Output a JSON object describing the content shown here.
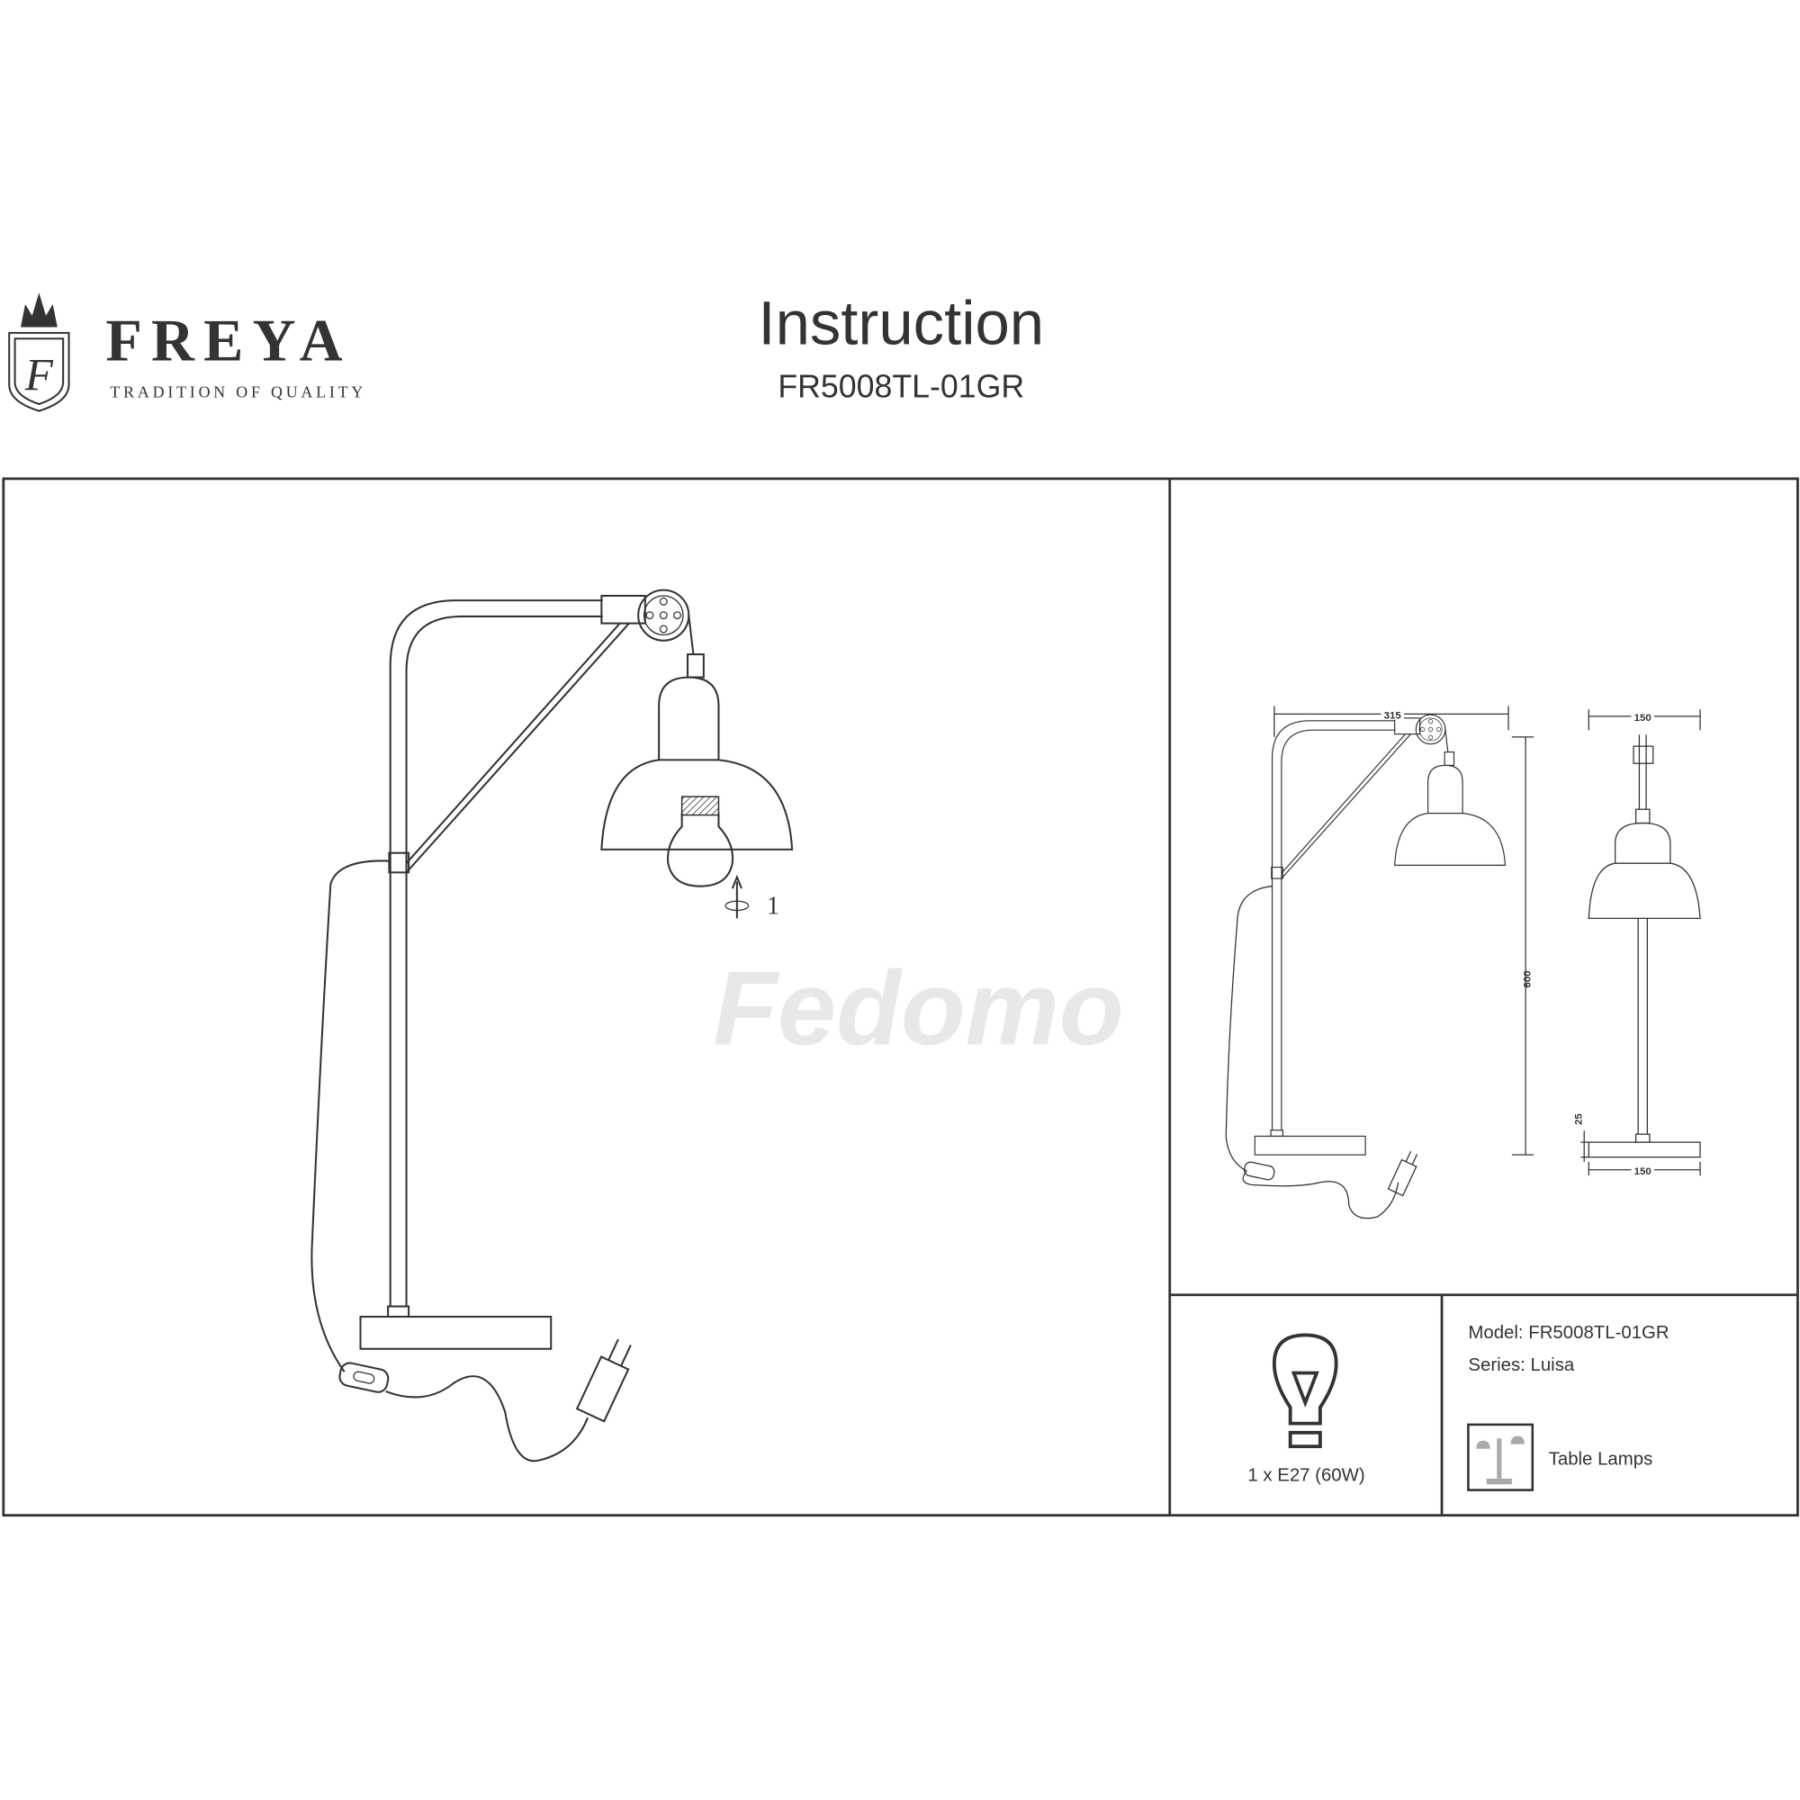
{
  "brand": {
    "name": "FREYA",
    "tagline": "TRADITION OF QUALITY",
    "logo_letter": "F"
  },
  "header": {
    "title": "Instruction",
    "model": "FR5008TL-01GR"
  },
  "main_drawing": {
    "step_label": "1",
    "watermark": "Fedomo"
  },
  "dimensions": {
    "width_side": "315",
    "height": "600",
    "width_top_front": "150",
    "base_height": "25",
    "base_width": "150"
  },
  "bulb_spec": {
    "label": "1 x E27 (60W)"
  },
  "info": {
    "model": "Model: FR5008TL-01GR",
    "series": "Series: Luisa",
    "category": "Table Lamps"
  },
  "colors": {
    "line": "#333333",
    "icon_gray": "#aaaaaa",
    "watermark": "#e6e6e6"
  }
}
